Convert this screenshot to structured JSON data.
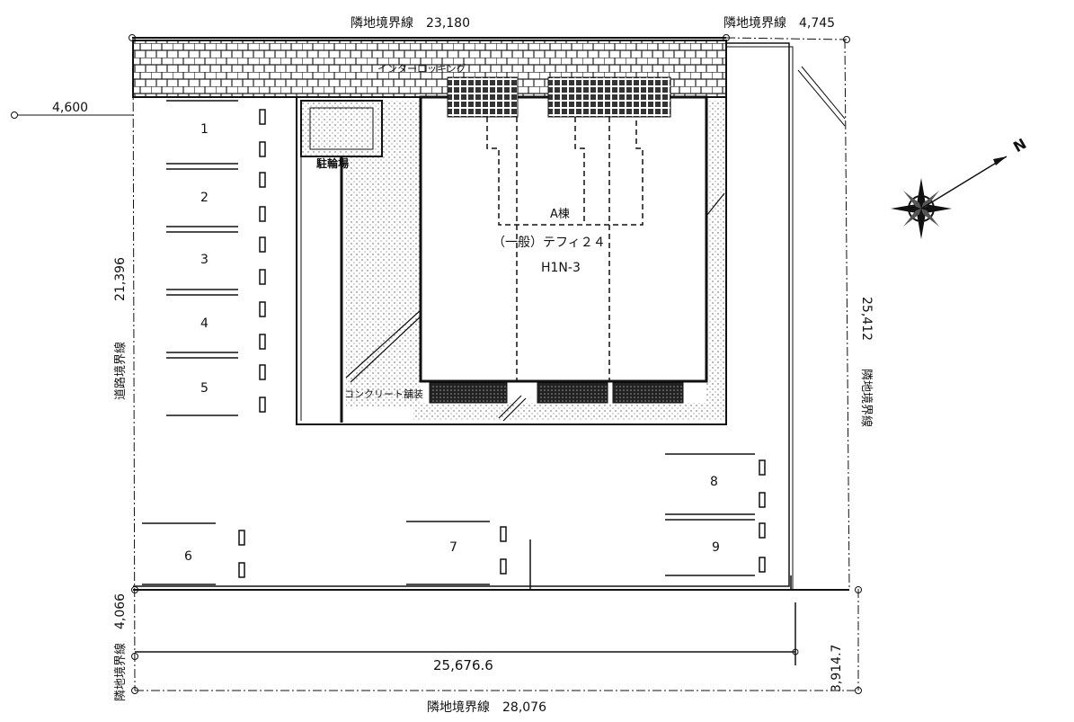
{
  "dimensions": {
    "top_boundary": "隣地境界線　23,180",
    "top_right_boundary": "隣地境界線　4,745",
    "left_offset": "4,600",
    "left_road_boundary_label": "道路境界線",
    "left_road_boundary_value": "21,396",
    "right_boundary_label": "隣地境界線",
    "right_boundary_value": "25,412",
    "bottom_left_value": "4,066",
    "bottom_left_label": "隣地境界線",
    "inner_bottom": "25,676.6",
    "bottom_right_value": "3,914.7",
    "bottom_boundary": "隣地境界線　28,076"
  },
  "areas": {
    "interlocking": "インターロッキング",
    "bicycle_parking": "駐輪場",
    "concrete": "コンクリート舗装"
  },
  "building": {
    "name": "A棟",
    "type": "（一般）テフィ２４",
    "model": "H1N-3"
  },
  "parking": [
    "1",
    "2",
    "3",
    "4",
    "5",
    "6",
    "7",
    "8",
    "9"
  ],
  "compass": {
    "north": "N"
  }
}
